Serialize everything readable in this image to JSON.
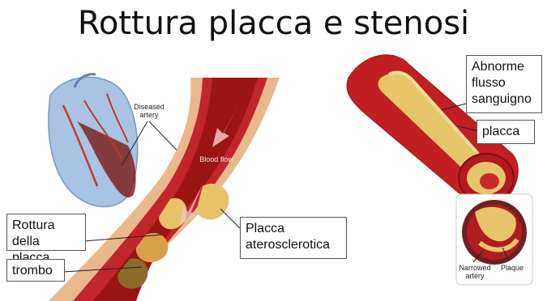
{
  "title": "Rottura placca e stenosi",
  "labels": {
    "diseased_artery": "Diseased artery",
    "blood_flow": "Blood flow",
    "rottura": "Rottura della placca",
    "trombo": "trombo",
    "placca_ateroscl": "Placca aterosclerotica",
    "abnorme": "Abnorme flusso sanguigno",
    "placca": "placca",
    "narrowed": "Narrowed artery",
    "plaque": "Plaque"
  },
  "colors": {
    "artery_red": "#b81c1c",
    "blood_dark": "#8e1010",
    "plaque_yellow": "#e8c56a",
    "heart_blue": "#a9c3e3"
  }
}
